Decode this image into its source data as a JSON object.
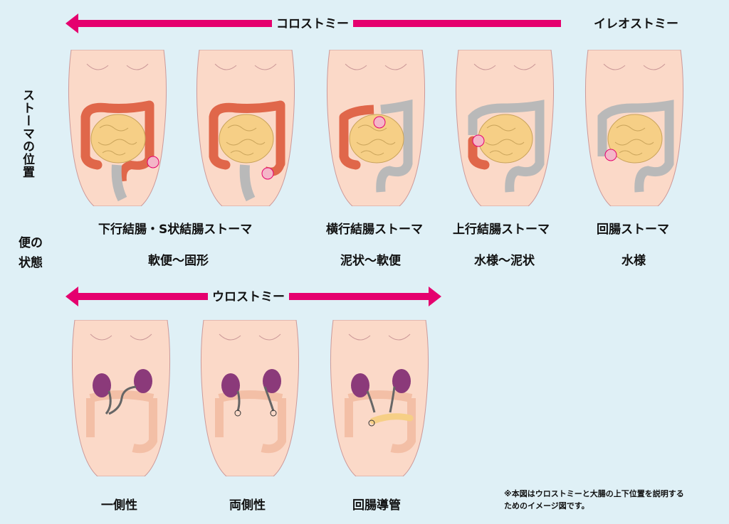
{
  "headers": {
    "colostomy": "コロストミー",
    "ileostomy": "イレオストミー",
    "urostomy": "ウロストミー"
  },
  "side_labels": {
    "stoma_position": "ストーマの位置",
    "stool_state_line1": "便の",
    "stool_state_line2": "状態"
  },
  "top_row": {
    "labels": [
      "下行結腸・S状結腸ストーマ",
      "横行結腸ストーマ",
      "上行結腸ストーマ",
      "回腸ストーマ"
    ],
    "stool": [
      "軟便〜固形",
      "泥状〜軟便",
      "水様〜泥状",
      "水様"
    ]
  },
  "bottom_row": {
    "labels": [
      "一側性",
      "両側性",
      "回腸導管"
    ]
  },
  "note": {
    "line1": "※本図はウロストミーと大腸の上下位置を説明する",
    "line2": "ためのイメージ図です。"
  },
  "colors": {
    "accent": "#e5006e",
    "background": "#dff0f6",
    "skin": "#fbd9c8",
    "colon_active": "#e0674a",
    "colon_inactive": "#b9b9b9",
    "small_intestine": "#f6cf86",
    "kidney": "#8b3a7a"
  }
}
